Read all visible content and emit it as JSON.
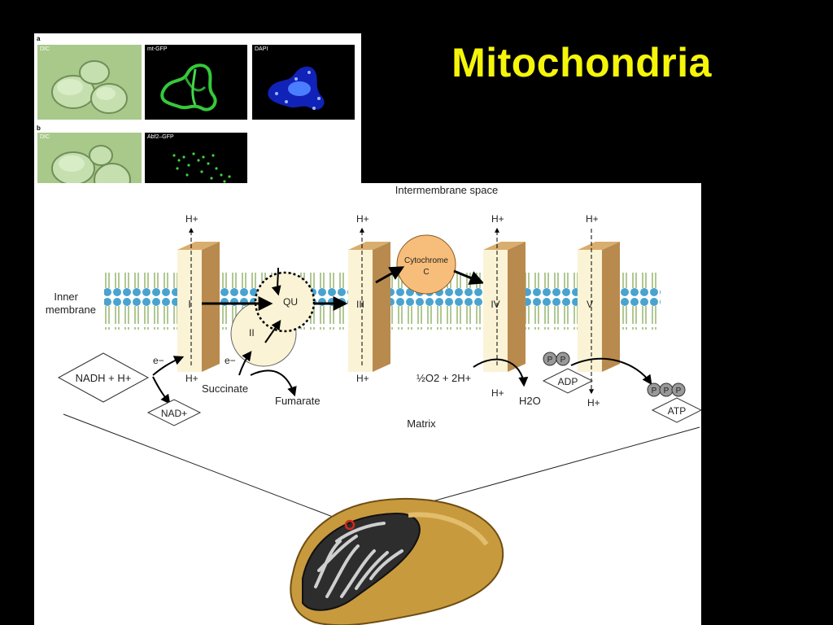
{
  "slide": {
    "title": "Mitochondria"
  },
  "micrographs": {
    "row_a_letter": "a",
    "row_b_letter": "b",
    "panels": [
      {
        "label": "DIC"
      },
      {
        "label": "mt-GFP"
      },
      {
        "label": "DAPI"
      },
      {
        "label": "DIC"
      },
      {
        "label": "Abf2–GFP"
      }
    ]
  },
  "diagram": {
    "intermembrane_label": "Intermembrane space",
    "matrix_label": "Matrix",
    "inner_membrane_label_1": "Inner",
    "inner_membrane_label_2": "membrane",
    "complexes": {
      "I": "I",
      "II": "II",
      "QU": "QU",
      "III": "III",
      "IV": "IV",
      "V": "V",
      "cytochrome_1": "Cytochrome",
      "cytochrome_2": "C"
    },
    "proton_label": "H+",
    "electron_label": "e−",
    "molecules": {
      "nadh": "NADH + H+",
      "nad": "NAD+",
      "succinate": "Succinate",
      "fumarate": "Fumarate",
      "oxygen": "½O2 + 2H+",
      "water": "H2O",
      "adp": "ADP",
      "atp": "ATP",
      "phosphate": "P"
    },
    "colors": {
      "lipid_head": "#4aa3cf",
      "complex_face": "#fbf3d5",
      "complex_side": "#b98a4e",
      "cytochrome": "#f7bd7a",
      "title_yellow": "#f5f50a"
    }
  }
}
